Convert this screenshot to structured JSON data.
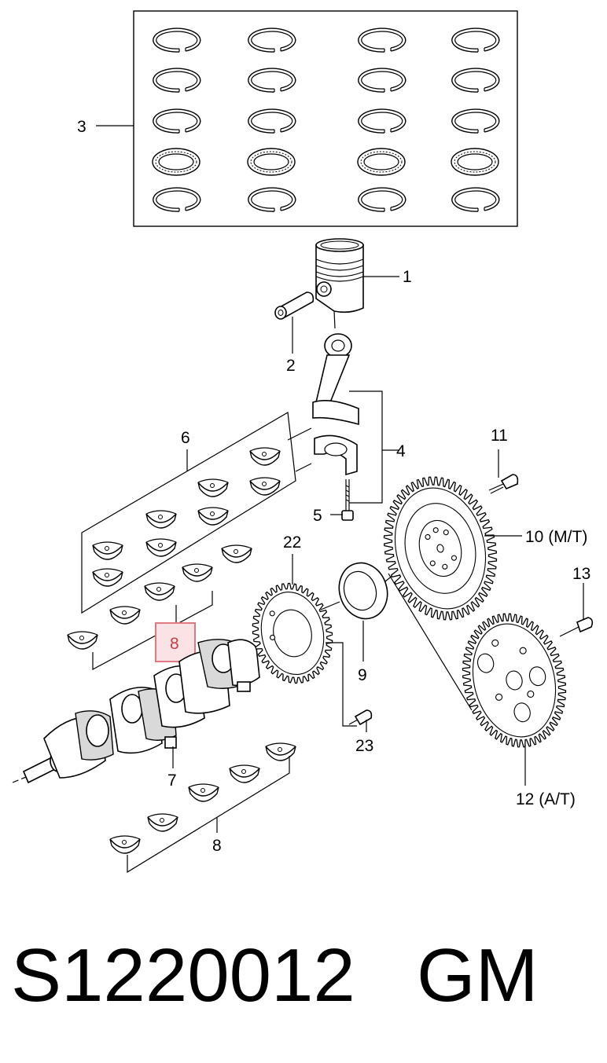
{
  "labels": {
    "l1": "1",
    "l2": "2",
    "l3": "3",
    "l4": "4",
    "l5": "5",
    "l6": "6",
    "l7": "7",
    "l8_hl": "8",
    "l8": "8",
    "l9": "9",
    "l10": "10 (M/T)",
    "l11": "11",
    "l12": "12 (A/T)",
    "l13": "13",
    "l22": "22",
    "l23": "23"
  },
  "caption": {
    "part_number": "S1220012",
    "brand": "GM"
  },
  "highlight": {
    "color": "#e07a82",
    "fill": "#fbe3e5",
    "target_label": "8"
  }
}
